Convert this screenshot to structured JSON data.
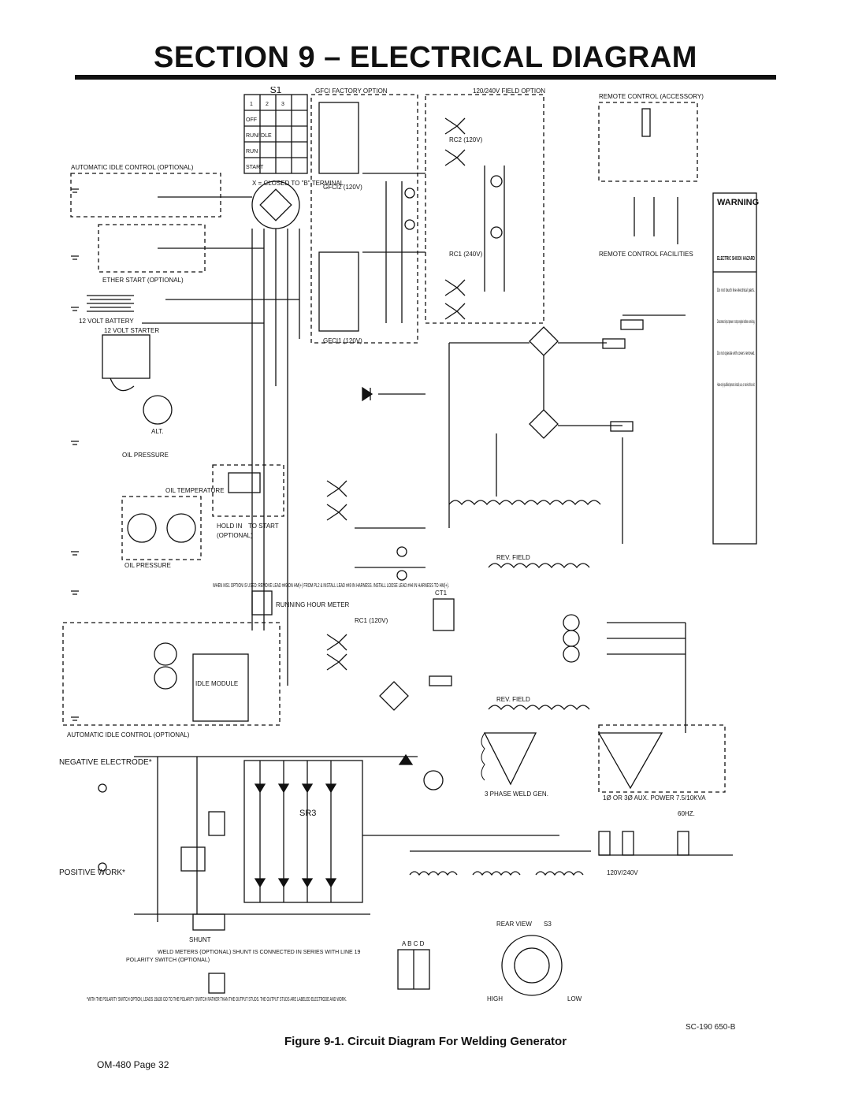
{
  "header": {
    "title": "SECTION 9 – ELECTRICAL DIAGRAM"
  },
  "diagram": {
    "s1_table": {
      "title": "S1",
      "rows": [
        "1",
        "2",
        "3"
      ],
      "positions": [
        "OFF",
        "RUN/IDLE",
        "RUN",
        "START"
      ],
      "legend": "X = CLOSED TO \"B\" TERMINAL"
    },
    "labels": {
      "auto_idle_top": "AUTOMATIC IDLE CONTROL (OPTIONAL)",
      "auto_idle_bottom": "AUTOMATIC IDLE CONTROL (OPTIONAL)",
      "ether_start": "ETHER START (OPTIONAL)",
      "battery": "12 VOLT BATTERY",
      "starter": "12 VOLT STARTER",
      "alt": "ALT.",
      "oil_pressure_switch": "OIL PRESSURE",
      "oil_pressure_gauge": "OIL PRESSURE",
      "oil_temperature": "OIL TEMPERATURE",
      "hold_in": "HOLD IN",
      "to_start": "TO START",
      "optional": "(OPTIONAL)",
      "ms1_note": "WHEN MS1 OPTION IS USED: REMOVE LEAD #49 ON HM(+) FROM PL2 & INSTALL LEAD #49 IN HARNESS. INSTALL LOOSE LEAD #44 IN HARNESS TO HM(+).",
      "running_hour_meter": "RUNNING HOUR METER",
      "idle_module": "IDLE MODULE",
      "gfci_factory_option": "GFCI FACTORY OPTION",
      "field_option": "120/240V FIELD OPTION",
      "remote_control_accessory": "REMOTE CONTROL (ACCESSORY)",
      "remote_control_facilities": "REMOTE CONTROL FACILITIES",
      "rev_field_1": "REV. FIELD",
      "rev_field_2": "REV. FIELD",
      "three_phase_gen": "3 PHASE WELD GEN.",
      "aux_power": "1Ø OR 3Ø AUX. POWER 7.5/10KVA",
      "sixty_hz": "60HZ.",
      "sr3": "SR3",
      "negative_electrode": "NEGATIVE ELECTRODE*",
      "positive_work": "POSITIVE WORK*",
      "shunt": "SHUNT",
      "shunt_note": "SHUNT IS CONNECTED IN SERIES WITH LINE 19",
      "weld_meters": "WELD METERS (OPTIONAL)",
      "polarity_switch": "POLARITY SWITCH (OPTIONAL)",
      "polarity_note": "*WITH THE POLARITY SWITCH OPTION, LEADS 19&30 GO TO THE POLARITY SWITCH RATHER THAN THE OUTPUT STUDS. THE OUTPUT STUDS ARE LABELED ELECTRODE AND WORK.",
      "rear_view": "REAR VIEW",
      "s3": "S3",
      "high": "HIGH",
      "low": "LOW",
      "s2_columns": "A B C D",
      "rc9_120_240": "120V/240V",
      "gfci1": "GFCI1 (120V)",
      "gfci2": "GFCI2 (120V)",
      "rc1_240": "RC1 (240V)",
      "rc2_120": "RC2 (120V)",
      "rc1_120": "RC1 (120V)",
      "ct1": "CT1"
    },
    "warning": {
      "header": "WARNING",
      "hazard": "ELECTRIC SHOCK HAZARD",
      "items": [
        "Do not touch live electrical parts.",
        "Disconnect input power or stop engine before servicing.",
        "Do not operate with covers removed.",
        "Have only qualified persons install, use, or service this unit."
      ]
    }
  },
  "footer": {
    "doc_code": "SC-190 650-B",
    "caption": "Figure 9-1. Circuit Diagram For Welding Generator",
    "page": "OM-480 Page 32"
  }
}
